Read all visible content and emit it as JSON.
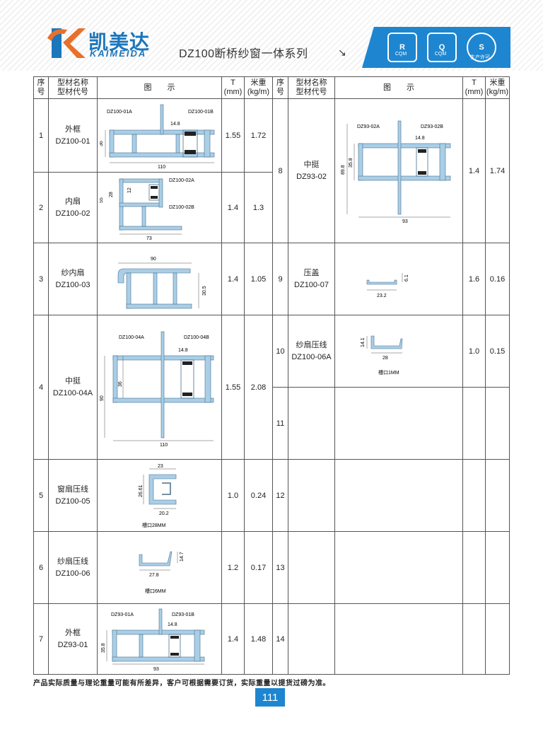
{
  "header": {
    "brand_cn": "凯美达",
    "brand_en": "KAIMEIDA",
    "series_title": "DZ100断桥纱窗一体系列",
    "arrow": "↘",
    "certs": [
      {
        "mark": "R",
        "label": "CQM"
      },
      {
        "mark": "Q",
        "label": "CQM"
      },
      {
        "mark": "S",
        "label": "生产许可"
      }
    ]
  },
  "table_headers": {
    "seq": "序\n号",
    "name": "型材名称\n型材代号",
    "diagram": "图　　示",
    "t": "T\n(mm)",
    "weight": "米重\n(kg/m)"
  },
  "left_rows": [
    {
      "seq": "1",
      "name": "外框",
      "code": "DZ100-01",
      "t": "1.55",
      "w": "1.72",
      "labels": {
        "a": "DZ100-01A",
        "b": "DZ100-01B",
        "dim1": "14.8",
        "dim2": "36",
        "dim3": "110"
      }
    },
    {
      "seq": "2",
      "name": "内扇",
      "code": "DZ100-02",
      "t": "1.4",
      "w": "1.3",
      "labels": {
        "a": "DZ100-02A",
        "b": "DZ100-02B",
        "dim1": "12",
        "dim2": "28",
        "dim3": "55",
        "dim4": "73"
      }
    },
    {
      "seq": "3",
      "name": "纱内扇",
      "code": "DZ100-03",
      "t": "1.4",
      "w": "1.05",
      "labels": {
        "dim1": "90",
        "dim2": "30.5"
      }
    },
    {
      "seq": "4",
      "name": "中挺",
      "code": "DZ100-04A",
      "t": "1.55",
      "w": "2.08",
      "labels": {
        "a": "DZ100-04A",
        "b": "DZ100-04B",
        "dim1": "14.8",
        "dim2": "36",
        "dim3": "90",
        "dim4": "110"
      }
    },
    {
      "seq": "5",
      "name": "窗扇压线",
      "code": "DZ100-05",
      "t": "1.0",
      "w": "0.24",
      "labels": {
        "dim1": "23",
        "dim2": "26.61",
        "dim3": "20.2",
        "note": "槽口28MM"
      }
    },
    {
      "seq": "6",
      "name": "纱扇压线",
      "code": "DZ100-06",
      "t": "1.2",
      "w": "0.17",
      "labels": {
        "dim1": "14.7",
        "dim2": "27.8",
        "note": "槽口6MM"
      }
    },
    {
      "seq": "7",
      "name": "外框",
      "code": "DZ93-01",
      "t": "1.4",
      "w": "1.48",
      "labels": {
        "a": "DZ93-01A",
        "b": "DZ93-01B",
        "dim1": "14.8",
        "dim2": "35.8",
        "dim3": "93"
      }
    }
  ],
  "right_rows": [
    {
      "seq": "8",
      "name": "中挺",
      "code": "DZ93-02",
      "t": "1.4",
      "w": "1.74",
      "labels": {
        "a": "DZ93-02A",
        "b": "DZ93-02B",
        "dim1": "14.8",
        "dim2": "89.8",
        "dim3": "35.8",
        "dim4": "93"
      }
    },
    {
      "seq": "9",
      "name": "压盖",
      "code": "DZ100-07",
      "t": "1.6",
      "w": "0.16",
      "labels": {
        "dim1": "6.1",
        "dim2": "23.2"
      }
    },
    {
      "seq": "10",
      "name": "纱扇压线",
      "code": "DZ100-06A",
      "t": "1.0",
      "w": "0.15",
      "labels": {
        "dim1": "14.1",
        "dim2": "28",
        "note": "槽口1MM"
      }
    },
    {
      "seq": "11"
    },
    {
      "seq": "12"
    },
    {
      "seq": "13"
    },
    {
      "seq": "14"
    }
  ],
  "footnote": "产品实际质量与理论重量可能有所差异，客户可根据需要订货，实际重量以提货过磅为准。",
  "page_number": "111",
  "colors": {
    "brand_blue": "#1b76bb",
    "band_blue": "#1e86d0",
    "profile_fill": "#a9cfe8",
    "profile_stroke": "#4a6f8a"
  }
}
